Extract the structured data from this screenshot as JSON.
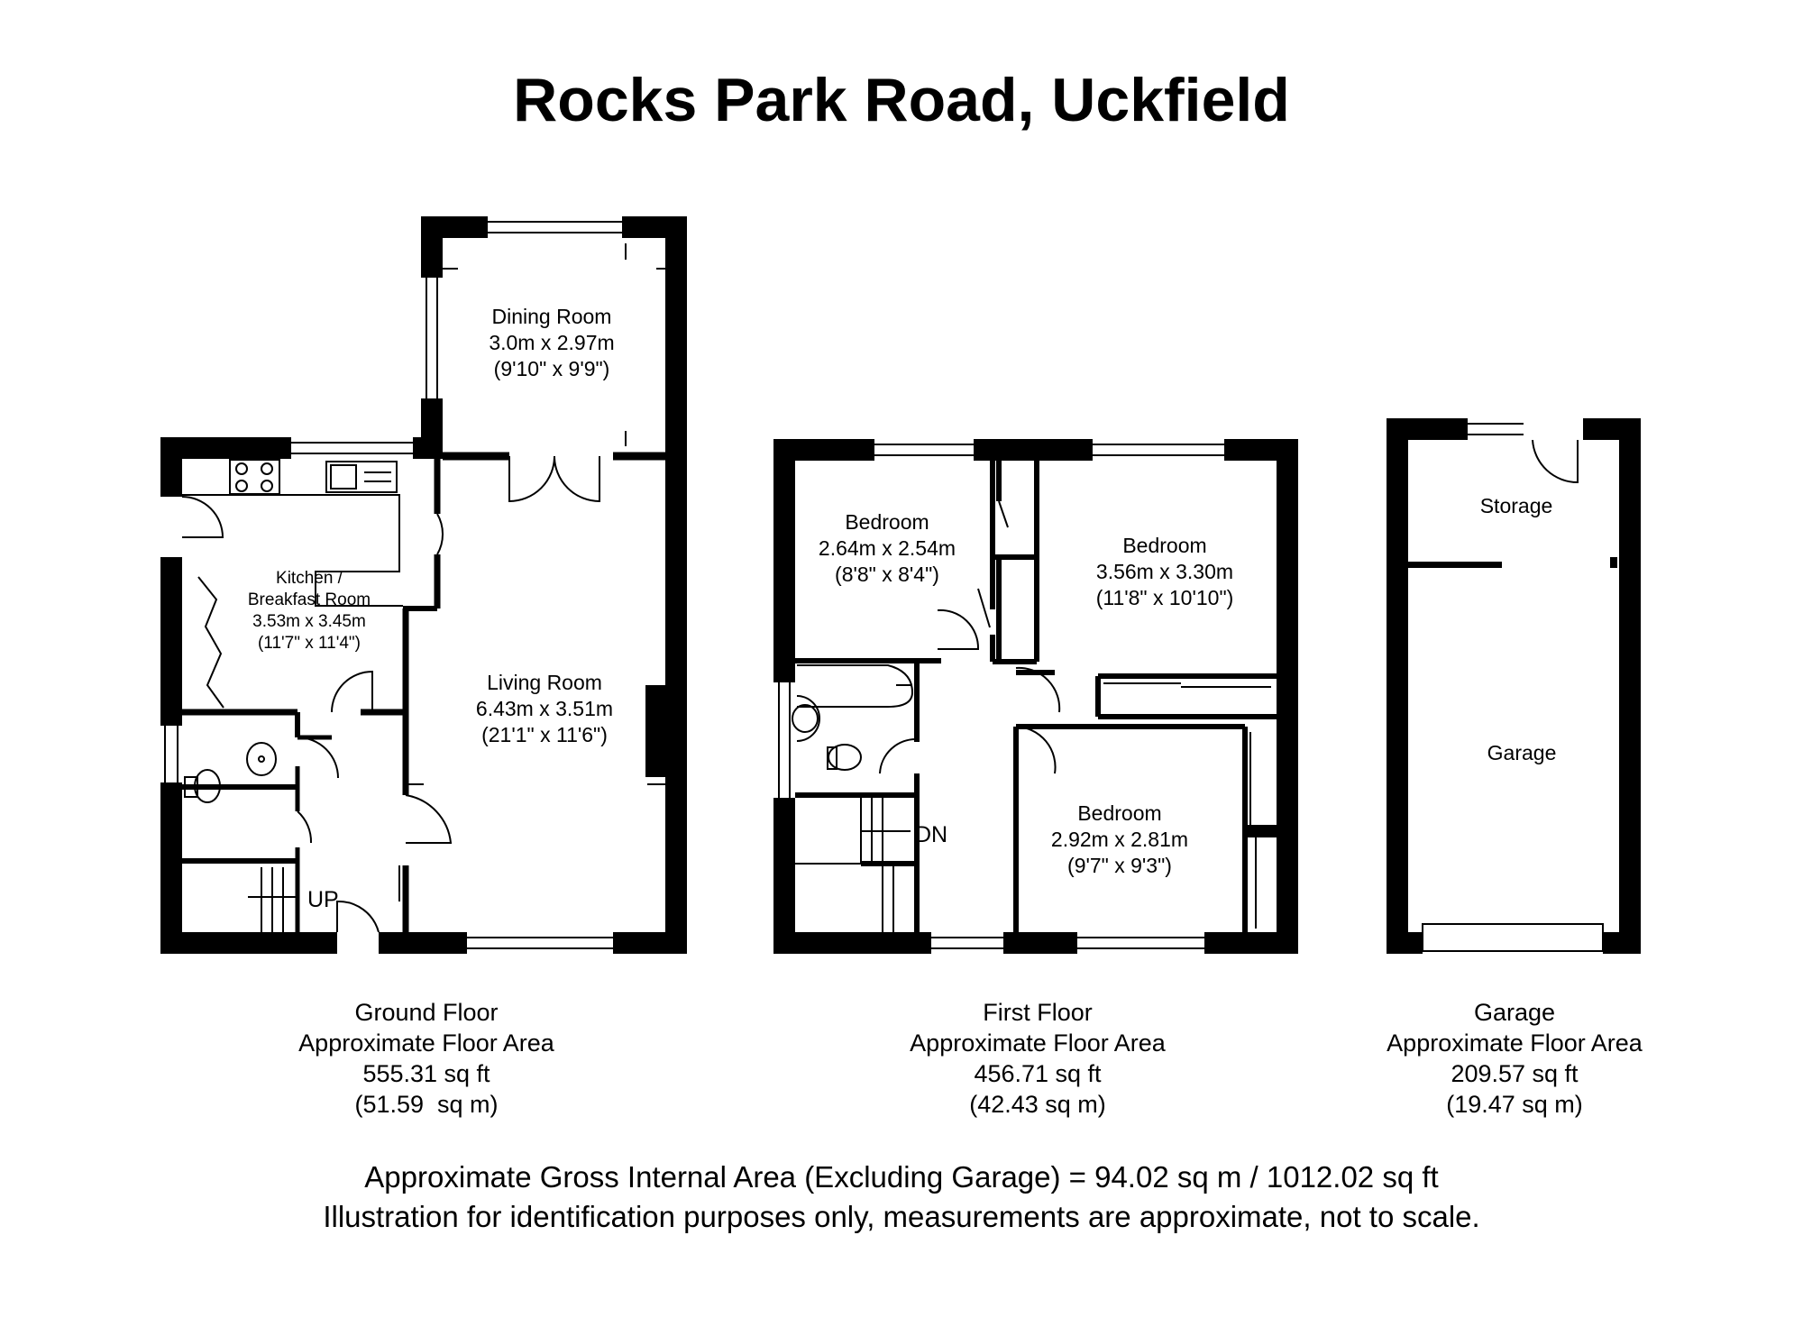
{
  "title": "Rocks Park Road, Uckfield",
  "floors": [
    {
      "name": "Ground Floor",
      "area_label": "Approximate Floor Area",
      "sq_ft": "555.31 sq ft",
      "sq_m": "(51.59  sq m)"
    },
    {
      "name": "First Floor",
      "area_label": "Approximate Floor Area",
      "sq_ft": "456.71 sq ft",
      "sq_m": "(42.43 sq m)"
    },
    {
      "name": "Garage",
      "area_label": "Approximate Floor Area",
      "sq_ft": "209.57 sq ft",
      "sq_m": "(19.47 sq m)"
    }
  ],
  "rooms": {
    "dining": {
      "name": "Dining Room",
      "metric": "3.0m x 2.97m",
      "imperial": "(9'10\" x 9'9\")"
    },
    "kitchen": {
      "name_1": "Kitchen /",
      "name_2": "Breakfast Room",
      "metric": "3.53m x 3.45m",
      "imperial": "(11'7\" x 11'4\")"
    },
    "living": {
      "name": "Living Room",
      "metric": "6.43m x 3.51m",
      "imperial": "(21'1\" x 11'6\")"
    },
    "bedroom_1": {
      "name": "Bedroom",
      "metric": "2.64m x 2.54m",
      "imperial": "(8'8\" x 8'4\")"
    },
    "bedroom_2": {
      "name": "Bedroom",
      "metric": "3.56m x 3.30m",
      "imperial": "(11'8\" x 10'10\")"
    },
    "bedroom_3": {
      "name": "Bedroom",
      "metric": "2.92m x 2.81m",
      "imperial": "(9'7\" x 9'3\")"
    },
    "storage": {
      "name": "Storage"
    },
    "garage": {
      "name": "Garage"
    }
  },
  "stairs": {
    "up": "UP",
    "down": "DN"
  },
  "footer": {
    "line1": "Approximate Gross Internal Area (Excluding Garage) = 94.02 sq m / 1012.02 sq ft",
    "line2": "Illustration for identification purposes only, measurements are approximate, not to scale."
  }
}
